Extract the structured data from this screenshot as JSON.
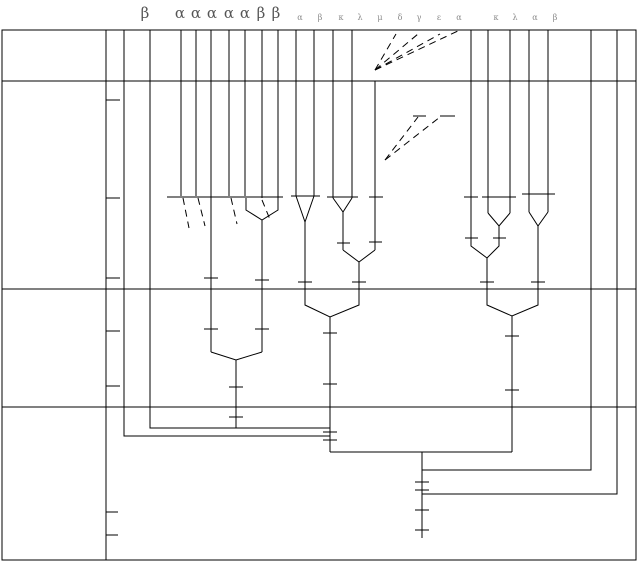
{
  "top_labels": [
    {
      "text": "β"
    },
    {
      "text": "α"
    },
    {
      "text": "α"
    },
    {
      "text": "α"
    },
    {
      "text": "α"
    },
    {
      "text": "α"
    },
    {
      "text": "β"
    },
    {
      "text": "β"
    },
    {
      "text": "α"
    },
    {
      "text": "β"
    },
    {
      "text": "κ"
    },
    {
      "text": "λ"
    },
    {
      "text": "μ"
    },
    {
      "text": "δ"
    },
    {
      "text": "γ"
    },
    {
      "text": "ε"
    },
    {
      "text": "α"
    },
    {
      "text": "κ"
    },
    {
      "text": "λ"
    },
    {
      "text": "α"
    },
    {
      "text": "β"
    }
  ],
  "colors": {
    "line": "#000000",
    "label_large": "#555555",
    "label_small": "#888888",
    "background": "#ffffff"
  }
}
